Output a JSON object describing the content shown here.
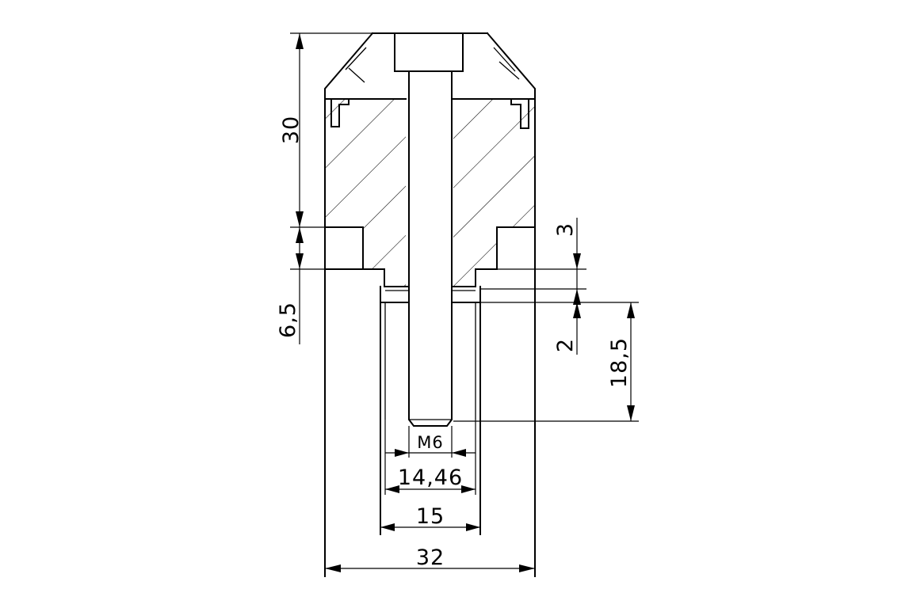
{
  "dimensions": {
    "d30": "30",
    "d6_5": "6,5",
    "d3": "3",
    "d2": "2",
    "d18_5": "18,5",
    "thread": "M6",
    "d14_46": "14,46",
    "d15": "15",
    "d32": "32"
  }
}
